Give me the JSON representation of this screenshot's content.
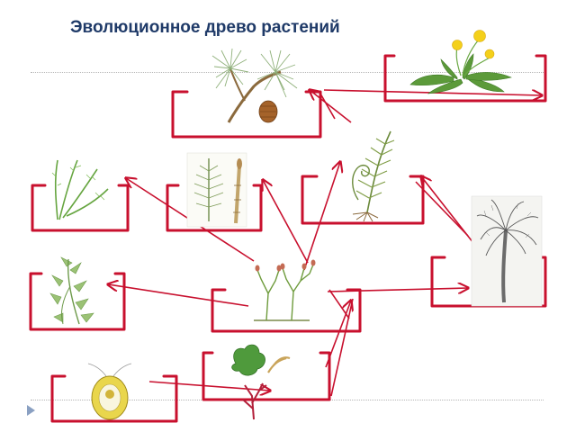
{
  "slide": {
    "title": "Эволюционное древо растений"
  },
  "colors": {
    "frame": "#c8102e",
    "title": "#1f3a68",
    "rule": "#b5b5b5"
  },
  "nodes": [
    {
      "id": "algae",
      "picture": "algae-illustration"
    },
    {
      "id": "rhyniophytes",
      "picture": "rhyniophyte-illustration"
    },
    {
      "id": "mosses",
      "picture": "moss-illustration"
    },
    {
      "id": "club-mosses",
      "picture": "club-moss-illustration"
    },
    {
      "id": "horsetails",
      "picture": "horsetail-illustration"
    },
    {
      "id": "ferns",
      "picture": "fern-illustration"
    },
    {
      "id": "seed-ferns",
      "picture": "seed-fern-tree-illustration"
    },
    {
      "id": "gymnosperms",
      "picture": "pine-branch-illustration"
    },
    {
      "id": "angiosperms",
      "picture": "dandelion-illustration"
    },
    {
      "id": "ancestor-cell",
      "picture": "unicellular-ancestor-illustration"
    }
  ]
}
